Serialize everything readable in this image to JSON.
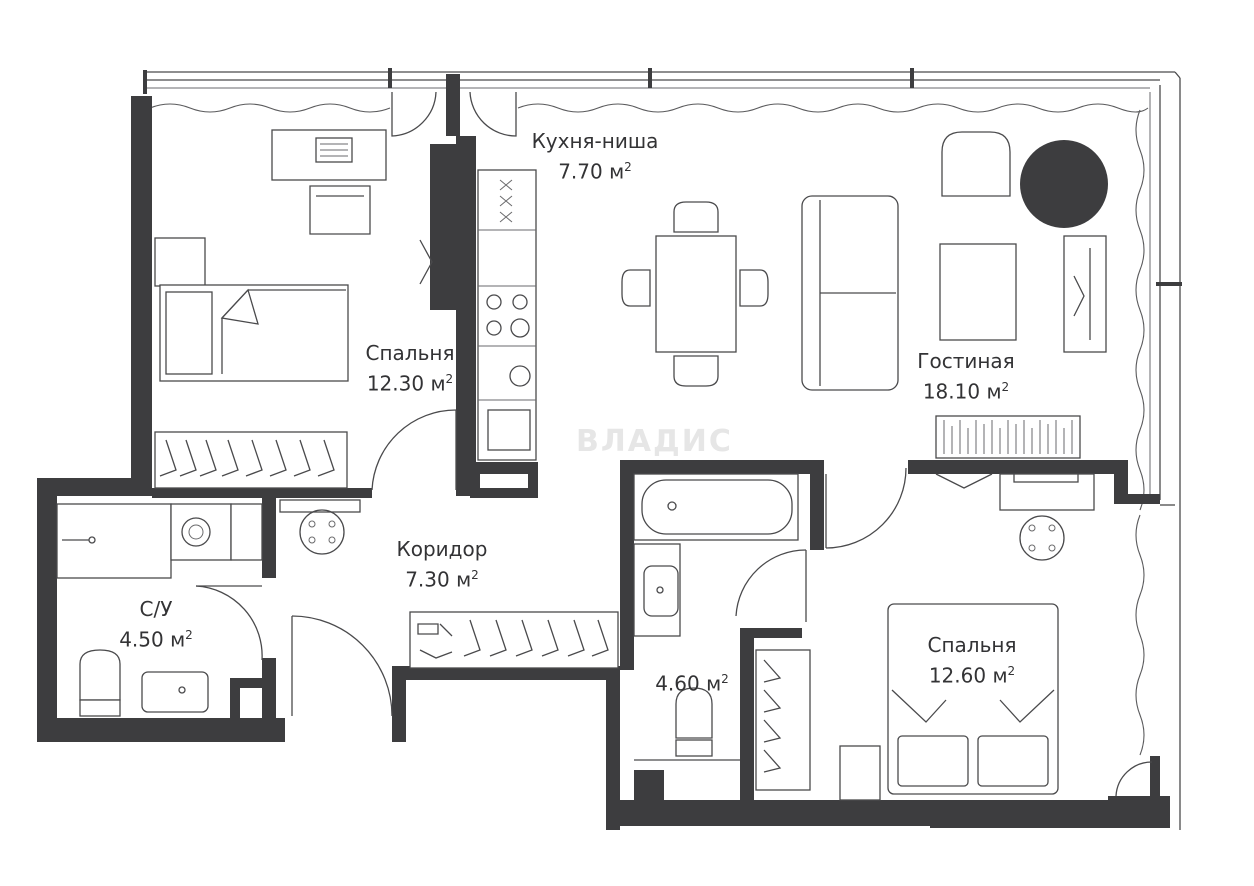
{
  "rooms": [
    {
      "id": "kitchen",
      "name": "Кухня-ниша",
      "area": "7.70 м",
      "sup": "2"
    },
    {
      "id": "bedroom1",
      "name": "Спальня",
      "area": "12.30 м",
      "sup": "2"
    },
    {
      "id": "living",
      "name": "Гостиная",
      "area": "18.10 м",
      "sup": "2"
    },
    {
      "id": "corridor",
      "name": "Коридор",
      "area": "7.30 м",
      "sup": "2"
    },
    {
      "id": "wc",
      "name": "С/У",
      "area": "4.50 м",
      "sup": "2"
    },
    {
      "id": "bath2",
      "name": "",
      "area": "4.60 м",
      "sup": "2"
    },
    {
      "id": "bedroom2",
      "name": "Спальня",
      "area": "12.60 м",
      "sup": "2"
    }
  ],
  "watermark": "ВЛАДИС",
  "colors": {
    "wall": "#3d3d3f",
    "line": "#4a4a4c",
    "watermark": "#e6e6e6"
  }
}
